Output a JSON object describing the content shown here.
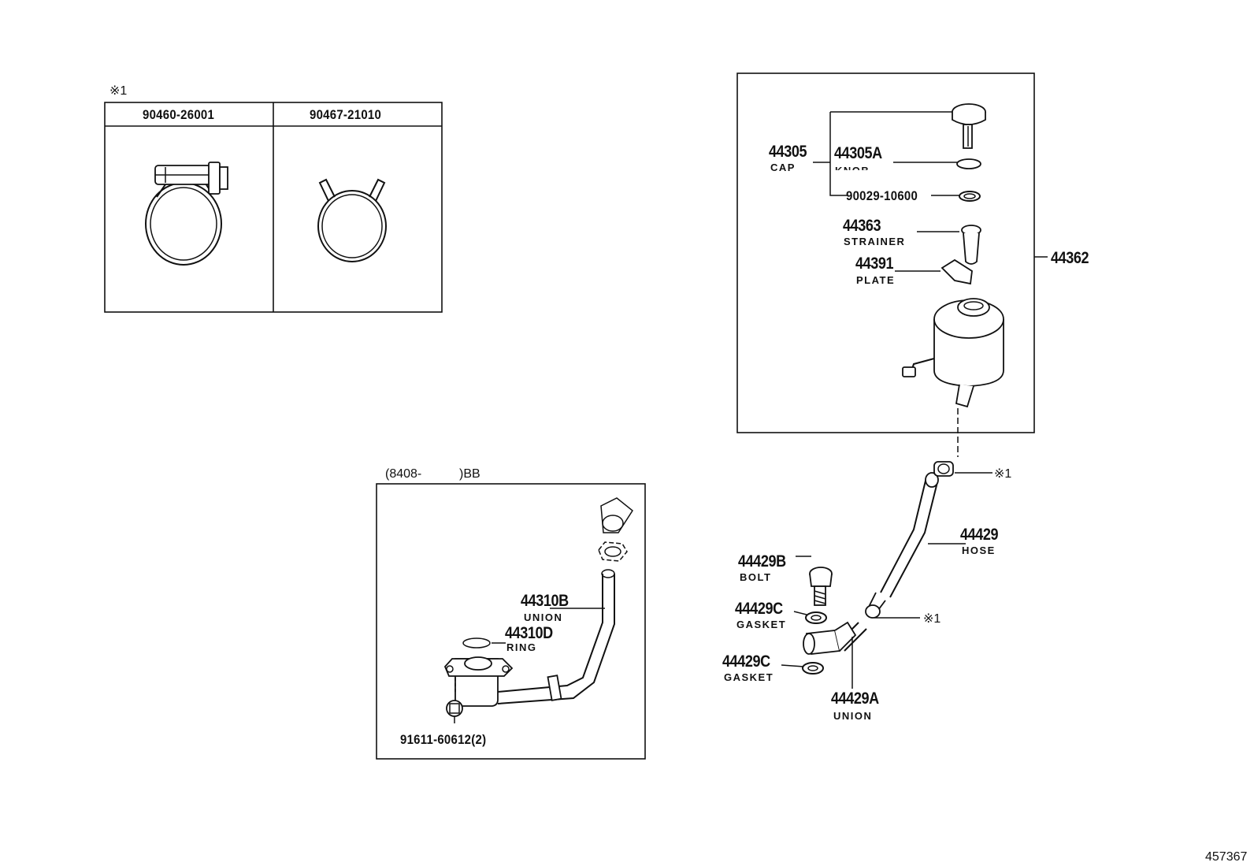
{
  "clamp_table": {
    "note_mark": "※1",
    "col1_part": "90460-26001",
    "col2_part": "90467-21010"
  },
  "inset": {
    "header_left": "(8408-",
    "header_right": ")BB",
    "union_part": "44310B",
    "union_name": "UNION",
    "ring_part": "44310D",
    "ring_name": "RING",
    "bolt_part": "91611-60612(2)"
  },
  "reservoir": {
    "cap_part": "44305",
    "cap_name": "CAP",
    "knob_part": "44305A",
    "knob_name": "KNOB",
    "oring_part": "90029-10600",
    "strainer_part": "44363",
    "strainer_name": "STRAINER",
    "plate_part": "44391",
    "plate_name": "PLATE",
    "assy_part": "44362"
  },
  "hose": {
    "hose_part": "44429",
    "hose_name": "HOSE",
    "clamp_ref_top": "※1",
    "clamp_ref_bottom": "※1",
    "bolt_part": "44429B",
    "bolt_name": "BOLT",
    "gasket1_part": "44429C",
    "gasket1_name": "GASKET",
    "gasket2_part": "44429C",
    "gasket2_name": "GASKET",
    "union_part": "44429A",
    "union_name": "UNION"
  },
  "illustration_number": "457367"
}
